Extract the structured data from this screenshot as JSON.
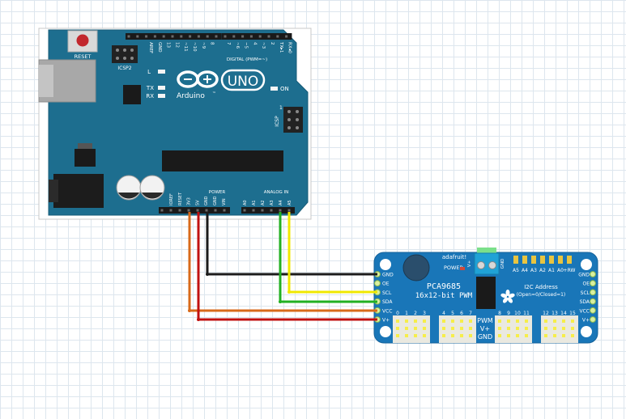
{
  "colors": {
    "board_blue": "#1d6e8f",
    "pca_blue": "#1976b8",
    "wire_black": "#1b1b1b",
    "wire_yellow": "#f0e800",
    "wire_green": "#22b022",
    "wire_orange": "#d86a1a",
    "wire_red": "#c01010"
  },
  "arduino": {
    "reset_label": "RESET",
    "icsp2_label": "ICSP2",
    "icsp_label": "ICSP",
    "l_label": "L",
    "tx_label": "TX",
    "rx_label": "RX",
    "on_label": "ON",
    "brand": "Arduino",
    "brand_tm": "™",
    "model": "UNO",
    "digital_label": "DIGITAL (PWM=~)",
    "power_label": "POWER",
    "analog_label": "ANALOG IN",
    "icsp_pin1": "1",
    "top_pins_left": [
      "AREF",
      "GND",
      "13",
      "12",
      "~11",
      "~10",
      "~9",
      "8"
    ],
    "top_pins_right": [
      "7",
      "~6",
      "~5",
      "4",
      "~3",
      "2",
      "TX▸1",
      "RX◂0"
    ],
    "power_pins": [
      "IOREF",
      "RESET",
      "3V3",
      "5V",
      "GND",
      "GND",
      "VIN"
    ],
    "analog_pins": [
      "A0",
      "A1",
      "A2",
      "A3",
      "A4",
      "A5"
    ]
  },
  "pca": {
    "brand": "adafruit!",
    "power_label": "POWER",
    "chip_name": "PCA9685",
    "chip_desc": "16x12-bit PWM",
    "addr_title": "I2C Address",
    "addr_note": "(Open=0/Closed=1)",
    "addr_pins": [
      "A5",
      "A4",
      "A3",
      "A2",
      "A1",
      "A0",
      "+RW"
    ],
    "left_pins": [
      "GND",
      "OE",
      "SCL",
      "SDA",
      "VCC",
      "V+"
    ],
    "right_pins": [
      "GND",
      "OE",
      "SCL",
      "SDA",
      "VCC",
      "V+"
    ],
    "channels_a": [
      "0",
      "1",
      "2",
      "3"
    ],
    "channels_b": [
      "4",
      "5",
      "6",
      "7"
    ],
    "channels_c": [
      "8",
      "9",
      "10",
      "11"
    ],
    "channels_d": [
      "12",
      "13",
      "14",
      "15"
    ],
    "pwm_label": "PWM",
    "vplus_label": "V+",
    "gnd_label": "GND",
    "term_v": "V+",
    "term_gnd": "GND"
  }
}
